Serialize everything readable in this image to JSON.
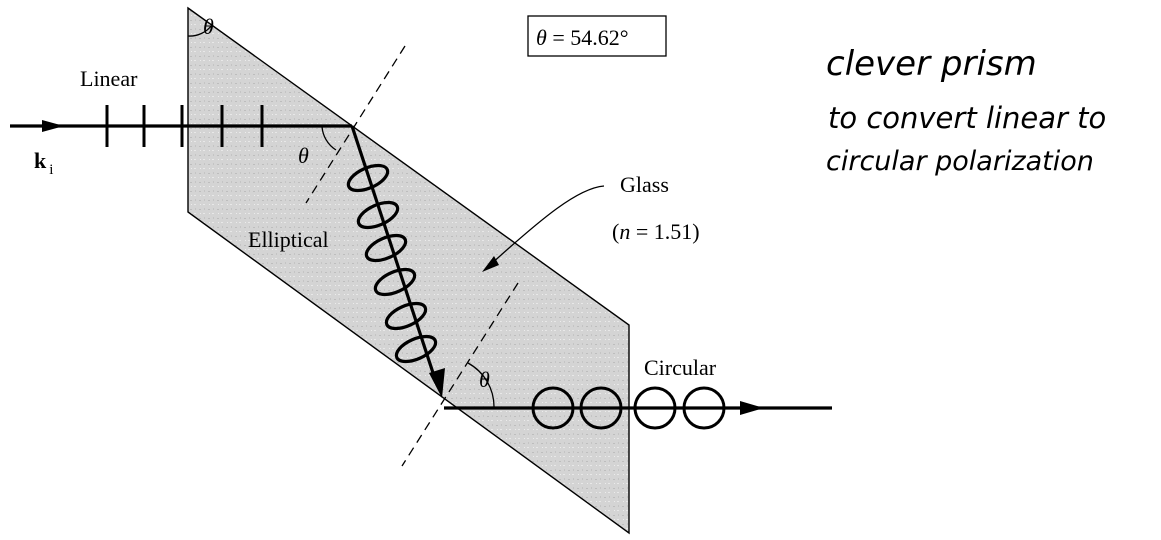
{
  "diagram": {
    "title_box": {
      "symbol": "θ",
      "equals": " = 54.62°"
    },
    "labels": {
      "linear": "Linear",
      "wave_vector": "k",
      "wave_vector_sub": "i",
      "elliptical": "Elliptical",
      "glass": "Glass",
      "index_open": "(",
      "index_n": "n",
      "index_rest": " = 1.51)",
      "circular": "Circular",
      "theta": "θ"
    },
    "handwritten_note": [
      "clever prism",
      "to convert linear to",
      "circular polarization"
    ],
    "colors": {
      "glass_fill": "#d9d9d9",
      "ink": "#000000"
    }
  }
}
